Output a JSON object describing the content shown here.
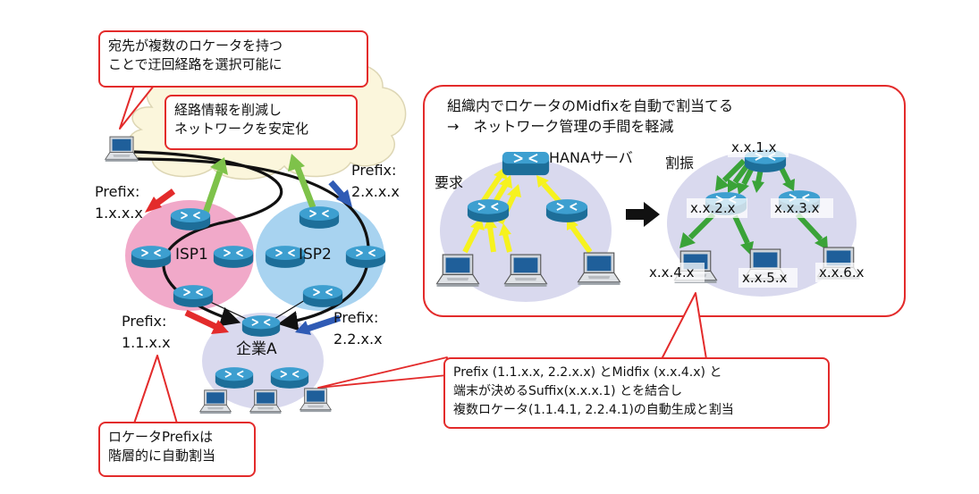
{
  "left": {
    "callout_top": {
      "lines": [
        "宛先が複数のロケータを持つ",
        "ことで迂回経路を選択可能に"
      ]
    },
    "callout_cloud": {
      "lines": [
        "経路情報を削減し",
        "ネットワークを安定化"
      ]
    },
    "callout_bottom": {
      "lines": [
        "ロケータPrefixは",
        "階層的に自動割当"
      ]
    },
    "isp1_label": "ISP1",
    "isp2_label": "ISP2",
    "corp_label": "企業A",
    "prefix_isp1_out": [
      "Prefix:",
      "1.x.x.x"
    ],
    "prefix_isp2_out": [
      "Prefix:",
      "2.x.x.x"
    ],
    "prefix_corp_isp1": [
      "Prefix:",
      "1.1.x.x"
    ],
    "prefix_corp_isp2": [
      "Prefix:",
      "2.2.x.x"
    ]
  },
  "right": {
    "title_lines": [
      "組織内でロケータのMidfixを自動で割当てる",
      "→　ネットワーク管理の手間を軽減"
    ],
    "request_label": "要求",
    "server_label": "HANAサーバ",
    "assign_label": "割振",
    "node_labels": [
      "x.x.1.x",
      "x.x.2.x",
      "x.x.3.x",
      "x.x.4.x",
      "x.x.5.x",
      "x.x.6.x"
    ]
  },
  "callout_bottom_right": {
    "lines": [
      "Prefix (1.1.x.x, 2.2.x.x) とMidfix (x.x.4.x) と",
      "端末が決めるSuffix(x.x.x.1) とを結合し",
      "複数ロケータ(1.1.4.1, 2.2.4.1)の自動生成と割当"
    ]
  },
  "colors": {
    "callout_border": "#e32b2b",
    "cloud_fill": "#fbf6dc",
    "isp1_fill": "#f1a9c9",
    "isp2_fill": "#a8d3f0",
    "lavender_fill": "#d9d9ee",
    "arrow_red": "#e32b2b",
    "arrow_blue": "#2f5bb5",
    "arrow_green": "#3aa338",
    "arrow_lightgreen": "#7ec24a",
    "arrow_yellow": "#f6f21f",
    "router": "#2a8bbd"
  }
}
